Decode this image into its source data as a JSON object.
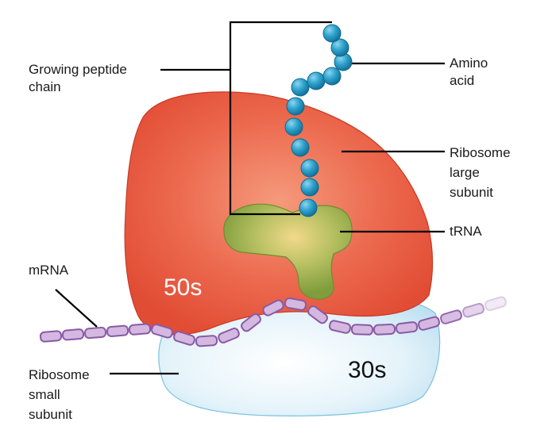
{
  "labels": {
    "growing_peptide_line1": "Growing peptide",
    "growing_peptide_line2": "chain",
    "amino_line1": "Amino",
    "amino_line2": "acid",
    "large_line1": "Ribosome",
    "large_line2": "large",
    "large_line3": "subunit",
    "trna": "tRNA",
    "mrna": "mRNA",
    "small_line1": "Ribosome",
    "small_line2": "small",
    "small_line3": "subunit",
    "large_subunit_code": "50s",
    "small_subunit_code": "30s"
  },
  "colors": {
    "large_subunit": "#e8503a",
    "small_subunit": "#d4ecf6",
    "trna": "#8fac45",
    "amino_acid": "#2a9fc8",
    "mrna": "#d4b8e0",
    "mrna_outline": "#8a5aa6",
    "leader_line": "#000000"
  }
}
